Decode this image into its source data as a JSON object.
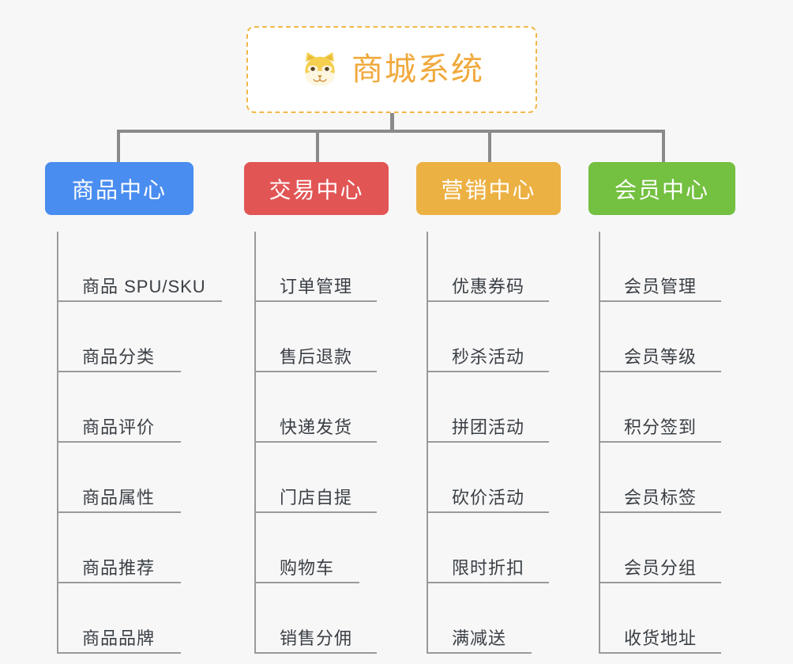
{
  "root": {
    "title": "商城系统",
    "icon": "shiba-dog-face-icon",
    "accent_color": "#f0a93c",
    "border_color": "#f0b94a"
  },
  "background_color": "#f7f7f7",
  "connector_color": "#8a8a8a",
  "columns": [
    {
      "name": "product-center",
      "label": "商品中心",
      "color": "#4a8df0",
      "items": [
        "商品 SPU/SKU",
        "商品分类",
        "商品评价",
        "商品属性",
        "商品推荐",
        "商品品牌"
      ]
    },
    {
      "name": "trade-center",
      "label": "交易中心",
      "color": "#e25555",
      "items": [
        "订单管理",
        "售后退款",
        "快递发货",
        "门店自提",
        "购物车",
        "销售分佣"
      ]
    },
    {
      "name": "marketing-center",
      "label": "营销中心",
      "color": "#ecb143",
      "items": [
        "优惠券码",
        "秒杀活动",
        "拼团活动",
        "砍价活动",
        "限时折扣",
        "满减送"
      ]
    },
    {
      "name": "member-center",
      "label": "会员中心",
      "color": "#74c040",
      "items": [
        "会员管理",
        "会员等级",
        "积分签到",
        "会员标签",
        "会员分组",
        "收货地址"
      ]
    }
  ]
}
